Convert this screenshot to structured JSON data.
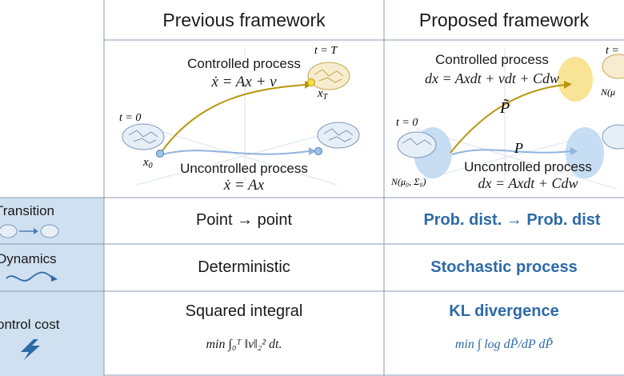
{
  "headers": {
    "previous": "Previous framework",
    "proposed": "Proposed framework"
  },
  "diagram_previous": {
    "controlled_label": "Controlled process",
    "controlled_eq": "ẋ = Ax + v",
    "uncontrolled_label": "Uncontrolled process",
    "uncontrolled_eq": "ẋ = Ax",
    "t0": "t = 0",
    "tT": "t = T",
    "x0": "x",
    "x0_sub": "0",
    "xT": "x",
    "xT_sub": "T"
  },
  "diagram_proposed": {
    "controlled_label": "Controlled process",
    "controlled_eq": "dx = Axdt + vdt + Cdw",
    "uncontrolled_label": "Uncontrolled process",
    "uncontrolled_eq": "dx = Axdt + Cdw",
    "t0": "t = 0",
    "tT": "t =",
    "p_tilde": "P̃",
    "p": "P",
    "n0": "N(μ₀, Σ₀)",
    "nT": "N(μ"
  },
  "rows": [
    {
      "label": "Transition",
      "previous": "Point → point",
      "proposed": "Prob. dist. → Prob. dist"
    },
    {
      "label": "Dynamics",
      "previous": "Deterministic",
      "proposed": "Stochastic process"
    },
    {
      "label": "ontrol cost",
      "previous": "Squared integral",
      "proposed": "KL divergence"
    }
  ],
  "formulas": {
    "previous": "min ∫₀ᵀ ‖v‖₂² dt.",
    "proposed": "min ∫ log dP̃/dP dP̃"
  },
  "colors": {
    "row_label_bg": "#cfe0f0",
    "accent_blue": "#2e6aa8",
    "controlled_curve": "#b8960c",
    "uncontrolled_curve": "#8fb4de",
    "grid_line": "#8c9bb0"
  }
}
